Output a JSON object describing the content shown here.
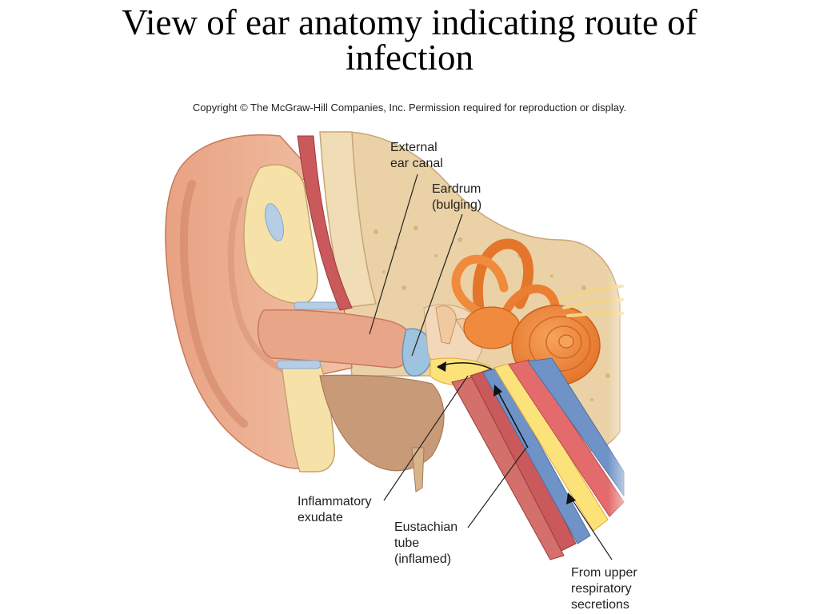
{
  "slide": {
    "title_line1": "View of ear anatomy indicating route of",
    "title_line2": "infection",
    "copyright": "Copyright © The McGraw-Hill Companies, Inc. Permission required for reproduction or display."
  },
  "labels": {
    "external_canal": [
      "External",
      "ear canal"
    ],
    "eardrum": [
      "Eardrum",
      "(bulging)"
    ],
    "exudate": [
      "Inflammatory",
      "exudate"
    ],
    "eustachian": [
      "Eustachian",
      "tube",
      "(inflamed)"
    ],
    "respiratory": [
      "From upper",
      "respiratory",
      "secretions"
    ]
  },
  "colors": {
    "skin": "#e9a98b",
    "skin_dark": "#d98d6f",
    "cartilage": "#f6e2a8",
    "bone": "#ead2a6",
    "inner_ear": "#f08a3c",
    "eardrum": "#9ec3df",
    "muscle": "#c9595a",
    "mucosa_blue": "#6f93c7",
    "exudate": "#fbe37a"
  }
}
